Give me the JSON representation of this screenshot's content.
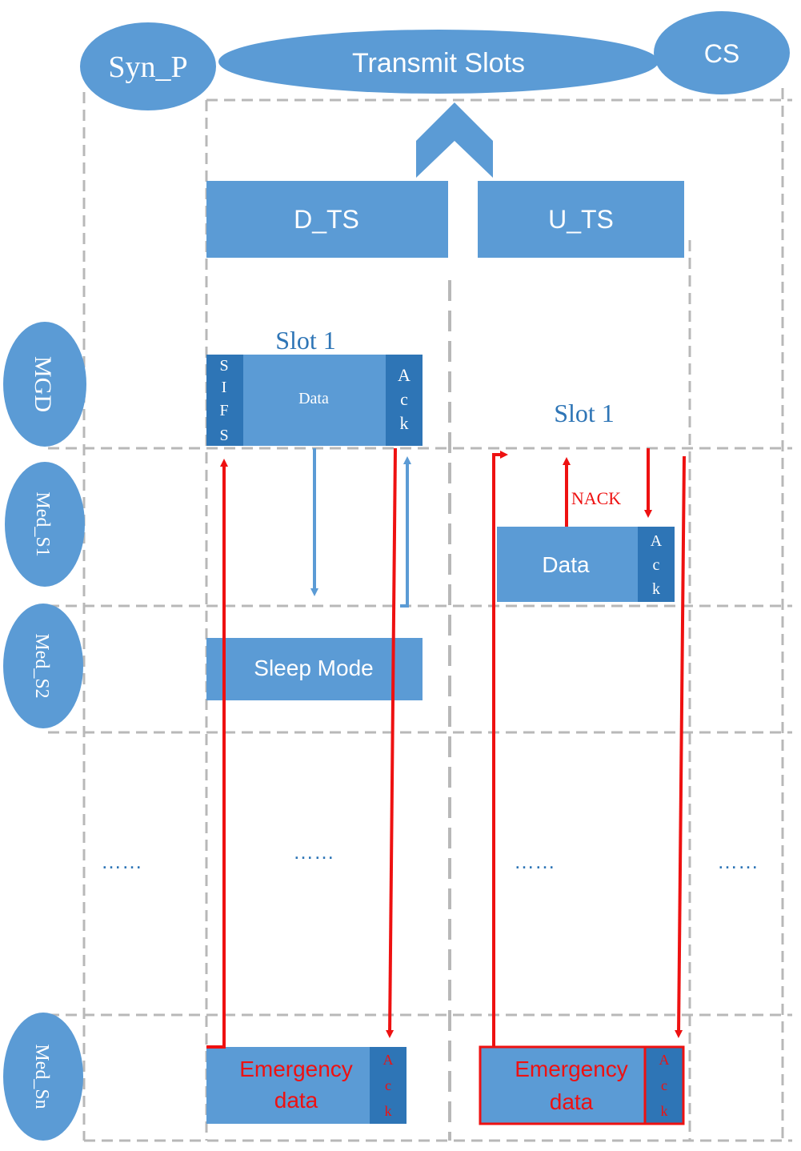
{
  "header": {
    "syn_p": "Syn_P",
    "transmit_slots": "Transmit Slots",
    "cs": "CS"
  },
  "slot_groups": {
    "d_ts": "D_TS",
    "u_ts": "U_TS"
  },
  "rows": {
    "mgd": "MGD",
    "med_s1": "Med_S1",
    "med_s2": "Med_S2",
    "med_sn": "Med_Sn"
  },
  "downlink": {
    "slot_label": "Slot 1",
    "sifs_letters": [
      "S",
      "I",
      "F",
      "S"
    ],
    "data_label": "Data",
    "ack_letters": [
      "A",
      "c",
      "k"
    ],
    "sleep_mode": "Sleep Mode",
    "emergency_line1": "Emergency",
    "emergency_line2": "data"
  },
  "uplink": {
    "slot_label": "Slot 1",
    "nack_label": "NACK",
    "data_label": "Data",
    "ack_letters": [
      "A",
      "c",
      "k"
    ],
    "emergency_line1": "Emergency",
    "emergency_line2": "data"
  },
  "ellipsis": [
    "……",
    "……",
    "……",
    "……"
  ],
  "colors": {
    "box_fill": "#5b9bd5",
    "box_dark": "#2e75b6",
    "text_light": "#ffffff",
    "slot_text": "#2e75b6",
    "arrow_red": "#ee1111",
    "arrow_blue": "#5b9bd5",
    "grid_line": "#b8b8b8"
  }
}
